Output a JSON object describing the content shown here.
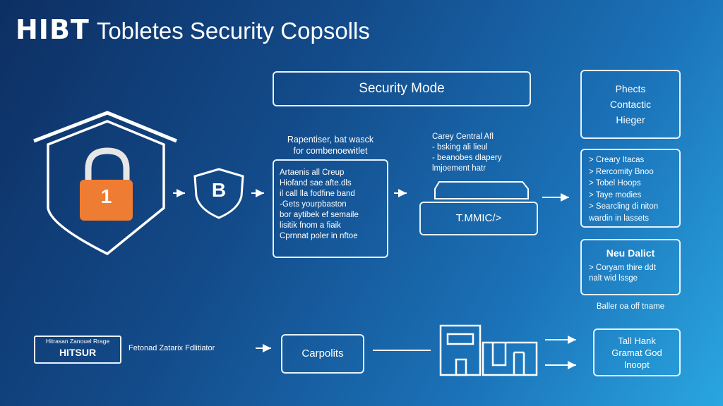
{
  "header": {
    "brand": "HIBT",
    "title": "Tobletes Security Copsolls"
  },
  "security_mode": {
    "label": "Security Mode"
  },
  "lock": {
    "digit": "1"
  },
  "shield_badge": {
    "letter": "B"
  },
  "step1_caption": {
    "lines": [
      "Rapentiser, bat wasck",
      "for combenoewitlet"
    ]
  },
  "step1_box": {
    "lines": [
      "Artaenis all Creup",
      "Hiofand sae afte.dls",
      "il call lla fodfine band",
      "-Gets yourpbaston",
      "bor aytibek ef semaile",
      "lisitik fnom a fiaik",
      "Cprnnat poler in nftoe"
    ]
  },
  "step2_caption": {
    "lines": [
      "Carey Central Afl",
      "- bsking ali lieul",
      "- beanobes dlapery",
      "lmjoement hatr"
    ]
  },
  "tmmic": {
    "label": "T.MMIC/>"
  },
  "right_top": {
    "lines": [
      "Phects",
      "Contactic",
      "Hieger"
    ]
  },
  "right_list": {
    "items": [
      "> Creary Itacas",
      "> Rercomity Bnoo",
      "> Tobel Hoops",
      "> Taye modies",
      "> Searcling di niton",
      "wardin in lassets"
    ]
  },
  "right_note": {
    "title": "Neu Dalict",
    "lines": [
      "> Coryam thire ddt",
      "nalt wid lssge"
    ]
  },
  "right_note_caption": {
    "text": "Baller oa off tname"
  },
  "bottom": {
    "small_label": "Hitrasan Zanouel Rrage",
    "box_label": "HITSUR",
    "arrow_text": "Fetonad Zatarix Fdlitiator",
    "carpolits": "Carpolits",
    "tall_lines": [
      "Tall Hank",
      "Gramat God",
      "lnoopt"
    ]
  }
}
